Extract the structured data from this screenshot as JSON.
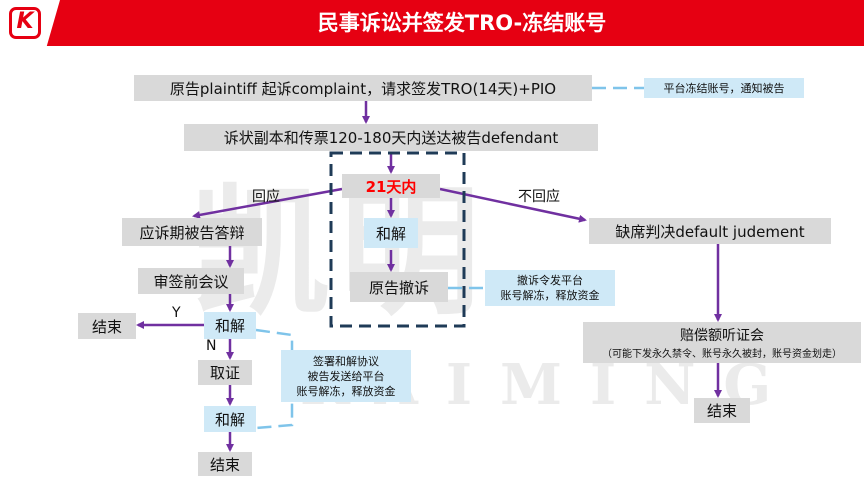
{
  "header": {
    "title": "民事诉讼并签发TRO-冻结账号",
    "logo_letter": "K",
    "brand_color": "#e60012"
  },
  "watermark": {
    "chars": "凯明",
    "latin": "KAIMING"
  },
  "nodes": {
    "complaint": "原告plaintiff 起诉complaint，请求签发TRO(14天)+PIO",
    "service": "诉状副本和传票120-180天内送达被告defendant",
    "day21": "21天内",
    "settle_mid": "和解",
    "withdraw": "原告撤诉",
    "answer": "应诉期被告答辩",
    "pretrial": "审签前会议",
    "settle1": "和解",
    "end_left": "结束",
    "discovery": "取证",
    "settle2": "和解",
    "end_bottom": "结束",
    "default": "缺席判决default judement",
    "hearing": "赔偿额听证会",
    "hearing_sub": "（可能下发永久禁令、账号永久被封，账号资金划走）",
    "end_right": "结束"
  },
  "notes": {
    "freeze": "平台冻结账号，通知被告",
    "unfreeze_line1": "撤诉令发平台",
    "unfreeze_line2": "账号解冻，释放资金",
    "agree_line1": "签署和解协议",
    "agree_line2": "被告发送给平台",
    "agree_line3": "账号解冻，释放资金"
  },
  "labels": {
    "respond": "回应",
    "no_respond": "不回应",
    "yes": "Y",
    "no": "N"
  },
  "colors": {
    "arrow": "#7030a0",
    "dashed": "#7fc4ea",
    "box_dashed": "#1f3b57"
  }
}
